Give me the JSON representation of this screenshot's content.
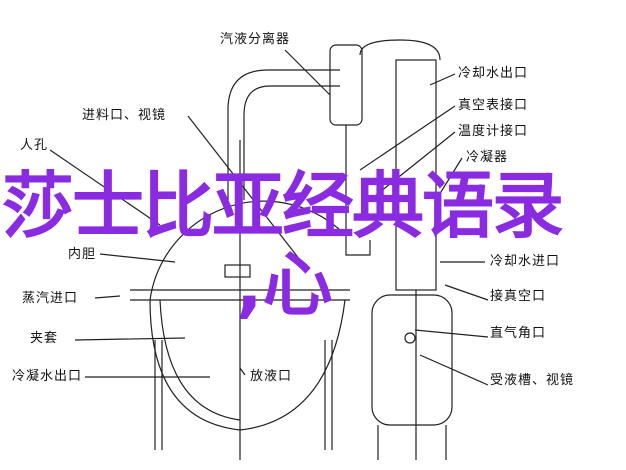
{
  "labels": {
    "separator": "汽液分离器",
    "cooling_water_out": "冷却水出口",
    "feed_sight": "进料口、视镜",
    "vacuum_gauge": "真空表接口",
    "thermometer": "温度计接口",
    "condenser": "冷凝器",
    "manhole": "人孔",
    "inner_tank": "内胆",
    "cooling_water_in": "冷却水进口",
    "steam_in": "蒸汽进口",
    "vacuum_port": "接真空口",
    "jacket": "夹套",
    "angle_port": "直气角口",
    "condensate_out": "冷凝水出口",
    "receiver_sight": "受液槽、视镜",
    "drain": "放液口"
  },
  "overlay": {
    "title": "莎士比亚经典语录",
    "subtitle": ",心"
  },
  "colors": {
    "overlay": "#8a2be2",
    "line": "#222222"
  }
}
